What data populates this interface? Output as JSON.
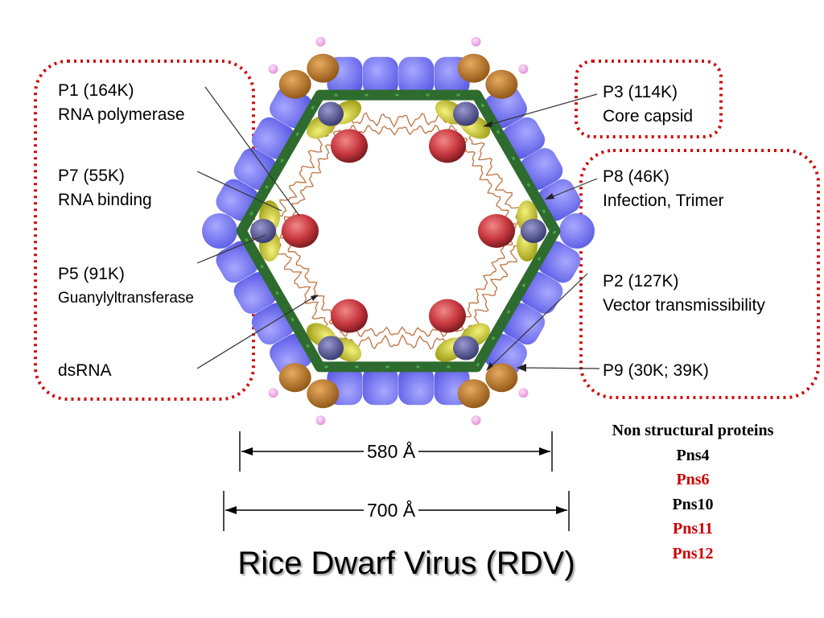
{
  "labels": {
    "p1": {
      "name": "P1 (164K)",
      "desc": "RNA polymerase"
    },
    "p7": {
      "name": "P7 (55K)",
      "desc": "RNA binding"
    },
    "p5": {
      "name": "P5 (91K)",
      "desc": "Guanylyltransferase"
    },
    "dsrna": {
      "name": "dsRNA"
    },
    "p3": {
      "name": "P3 (114K)",
      "desc": "Core capsid"
    },
    "p8": {
      "name": "P8 (46K)",
      "desc": "Infection, Trimer"
    },
    "p2": {
      "name": "P2 (127K)",
      "desc": "Vector transmissibility"
    },
    "p9": {
      "name": "P9 (30K; 39K)"
    }
  },
  "dimensions": {
    "inner": "580 Å",
    "outer": "700 Å"
  },
  "non_structural": {
    "heading": "Non structural proteins",
    "items": [
      {
        "name": "Pns4",
        "color": "#000000"
      },
      {
        "name": "Pns6",
        "color": "#cc0000"
      },
      {
        "name": "Pns10",
        "color": "#000000"
      },
      {
        "name": "Pns11",
        "color": "#cc0000"
      },
      {
        "name": "Pns12",
        "color": "#cc0000"
      }
    ]
  },
  "title": "Rice Dwarf Virus  (RDV)",
  "colors": {
    "dotted_border": "#cc1111",
    "p8_blue": "#6b6bef",
    "p3_green": "#2e6b2e",
    "p1_red": "#c8383f",
    "p7_yellow": "#c9c82a",
    "p5_navy": "#4a4a90",
    "p2_brown": "#b8741f",
    "p9_pink": "#f0a0e6",
    "dsrna_orange": "#b8642c"
  }
}
